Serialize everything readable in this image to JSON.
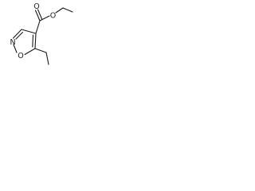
{
  "molecule": {
    "atoms": {
      "carbonyl_oxygen": "O",
      "ester_oxygen": "O",
      "ring_nitrogen": "N",
      "ring_oxygen": "O"
    }
  }
}
